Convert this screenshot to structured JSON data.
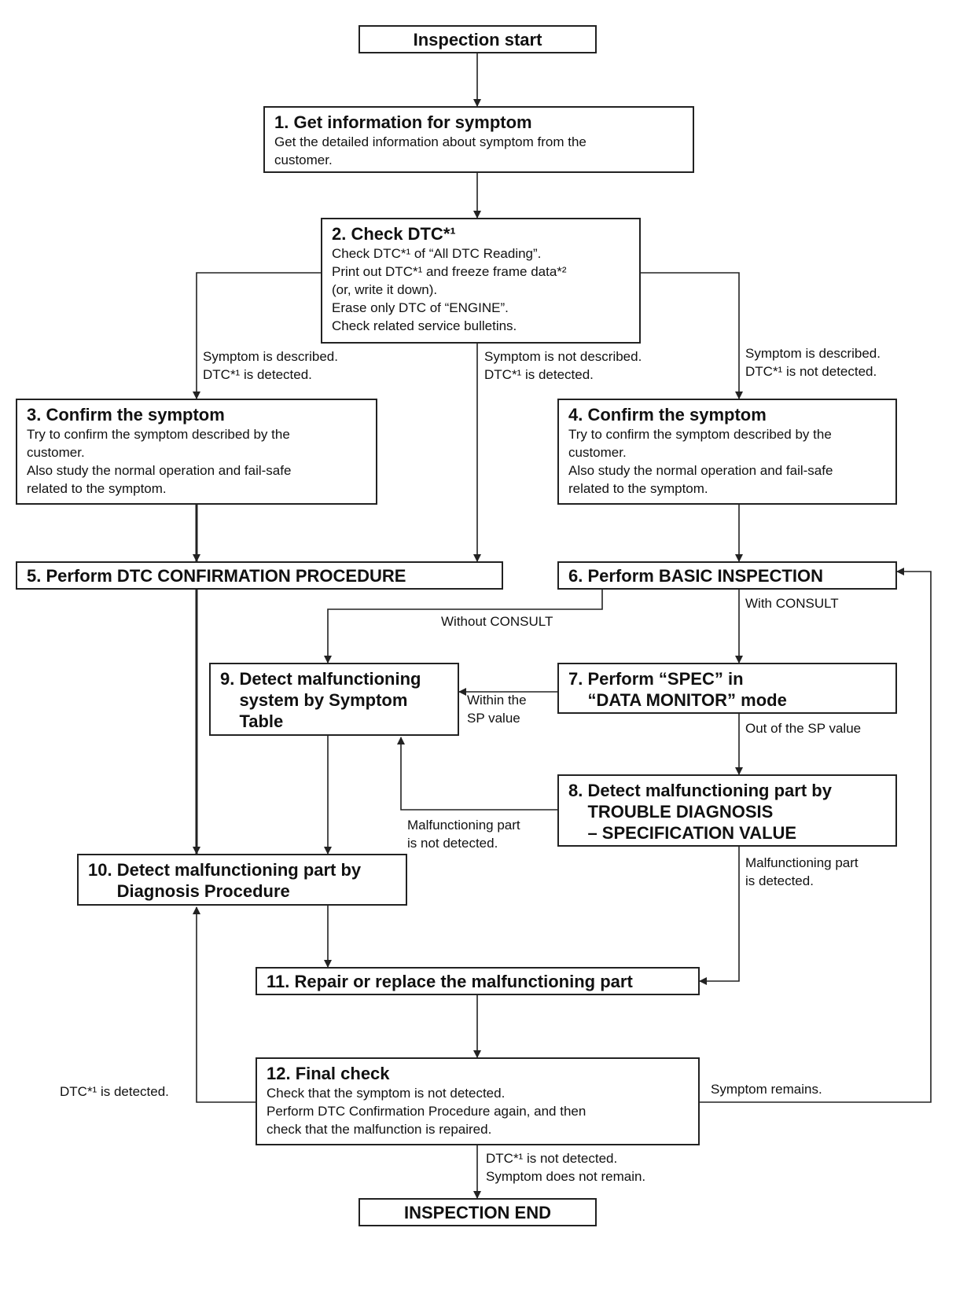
{
  "boxes": {
    "start": {
      "title": "Inspection start"
    },
    "s1": {
      "title": "1. Get information for symptom",
      "lines": [
        "Get the detailed information about symptom from the",
        "customer."
      ]
    },
    "s2": {
      "title": "2. Check DTC*¹",
      "lines": [
        "Check DTC*¹ of “All DTC Reading”.",
        "Print out DTC*¹ and freeze frame data*²",
        "(or, write it down).",
        "Erase only DTC of “ENGINE”.",
        "Check related service bulletins."
      ]
    },
    "s3": {
      "title": "3. Confirm the symptom",
      "lines": [
        "Try to confirm the symptom described by the",
        "customer.",
        "Also study the normal operation and fail-safe",
        "related to the symptom."
      ]
    },
    "s4": {
      "title": "4. Confirm the symptom",
      "lines": [
        "Try to confirm the symptom described by the",
        "customer.",
        "Also study the normal operation and fail-safe",
        "related to the symptom."
      ]
    },
    "s5": {
      "title": "5. Perform DTC CONFIRMATION PROCEDURE"
    },
    "s6": {
      "title": "6. Perform BASIC INSPECTION"
    },
    "s7": {
      "title": "7. Perform “SPEC” in\n    “DATA MONITOR” mode"
    },
    "s8": {
      "title": "8. Detect malfunctioning part by\n    TROUBLE DIAGNOSIS\n    – SPECIFICATION VALUE"
    },
    "s9": {
      "title": "9. Detect malfunctioning\n    system by Symptom\n    Table"
    },
    "s10": {
      "title": "10. Detect malfunctioning part by\n      Diagnosis Procedure"
    },
    "s11": {
      "title": "11. Repair or replace the malfunctioning part"
    },
    "s12": {
      "title": "12. Final check",
      "lines": [
        "Check that the symptom is not detected.",
        "Perform DTC Confirmation Procedure again, and then",
        "check that the malfunction is repaired."
      ]
    },
    "end": {
      "title": "INSPECTION END"
    }
  },
  "labels": {
    "l2to3": [
      "Symptom is described.",
      "DTC*¹ is detected."
    ],
    "l2to5": [
      "Symptom is not described.",
      "DTC*¹ is detected."
    ],
    "l2to4": [
      "Symptom is described.",
      "DTC*¹ is not detected."
    ],
    "l6to9": [
      "Without CONSULT"
    ],
    "l6to7": [
      "With CONSULT"
    ],
    "l7to9": [
      "Within the",
      "SP value"
    ],
    "l7to8": [
      "Out of the SP value"
    ],
    "l8to9": [
      "Malfunctioning part",
      "is not detected."
    ],
    "l8to11": [
      "Malfunctioning part",
      "is detected."
    ],
    "l12to10": [
      "DTC*¹ is detected."
    ],
    "l12to6": [
      "Symptom remains."
    ],
    "l12toend": [
      "DTC*¹ is not detected.",
      "Symptom does not remain."
    ]
  }
}
